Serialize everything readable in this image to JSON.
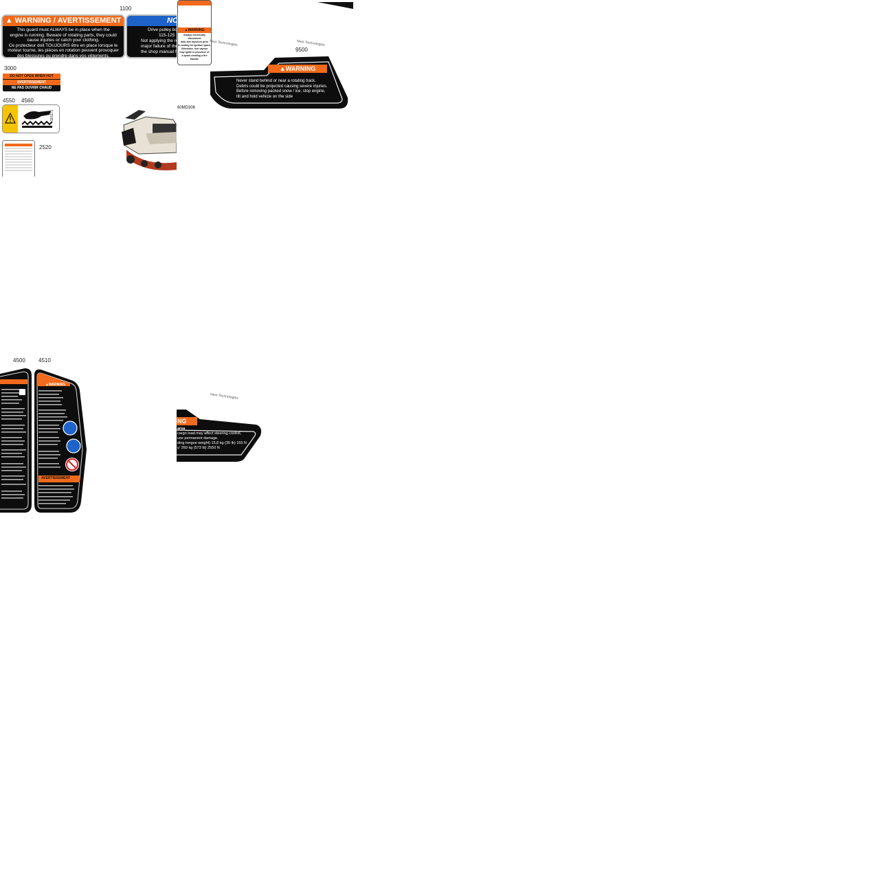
{
  "labels": {
    "n1100": "1100",
    "n3000": "3000",
    "n4550": "4550",
    "n4560": "4560",
    "n2520": "2520",
    "n9500": "9500",
    "n4500": "4500",
    "n4510": "4510",
    "ref_code": "60MD306"
  },
  "decal_1100": {
    "title": "WARNING / AVERTISSEMENT",
    "line1": "This guard must ALWAYS be in place when the",
    "line2": "engine is running. Beware of rotating parts, they could",
    "line3": "cause injuries or catch your clothing.",
    "line4": "Ce protecteur doit TOUJOURS être en place lorsque le",
    "line5": "moteur tourne, les pièces en rotation peuvent provoquer",
    "line6": "des blessures ou prendre dans vos vêtements."
  },
  "decal_notice": {
    "title": "NO",
    "line1": "Drive pulley bo",
    "line2": "115-125",
    "line3": "Not applying the recom",
    "line4": "major failure of the driv",
    "line5": "the shop manual for th"
  },
  "decal_3000": {
    "line1": "DO NOT OPEN WHEN HOT",
    "line2": "AVERTISSEMENT",
    "line3": "NE PAS OUVRIR CHAUD"
  },
  "decal_4560": {
    "code": "115171"
  },
  "decal_top_small": {
    "header": "WARNING",
    "line1": "Always electrically",
    "line2": "disconnect",
    "line3": "both fuel injectors prior",
    "line4": "to testing for ignition spark.",
    "line5": "Otherwise, fuel vapour",
    "line6": "may ignite in presence of",
    "line7": "a spark creating a fire",
    "line8": "hazard."
  },
  "decal_9500": {
    "header": "WARNING",
    "line1": "Never stand behind or near a rotating track.",
    "line2": "Debris could be projected causing severe injuries.",
    "line3": "Before removing packed snow / ice, stop engine,",
    "line4": "tilt and hold vehicle on the side"
  },
  "decal_cargo": {
    "header": "NG",
    "sub": "area",
    "line1": "cargo load may affect steering control,",
    "line2": "use permanent damage.",
    "line3": "ding tongue weight) 15,8 kg (35 lb) 155 N",
    "line4": "y: 260 kg (573 lb) 2550 N"
  },
  "decal_4510": {
    "header": "WARNING",
    "header2": "AVERTISSEMENT"
  },
  "watermarks": {
    "w1": "Next Technologies",
    "w2": "Next Technologies",
    "w3": "Next Technologies"
  },
  "colors": {
    "warning_orange": "#f26a1b",
    "notice_blue": "#1e63c9",
    "decal_black": "#0d0d0d",
    "caution_yellow": "#f5c400"
  }
}
